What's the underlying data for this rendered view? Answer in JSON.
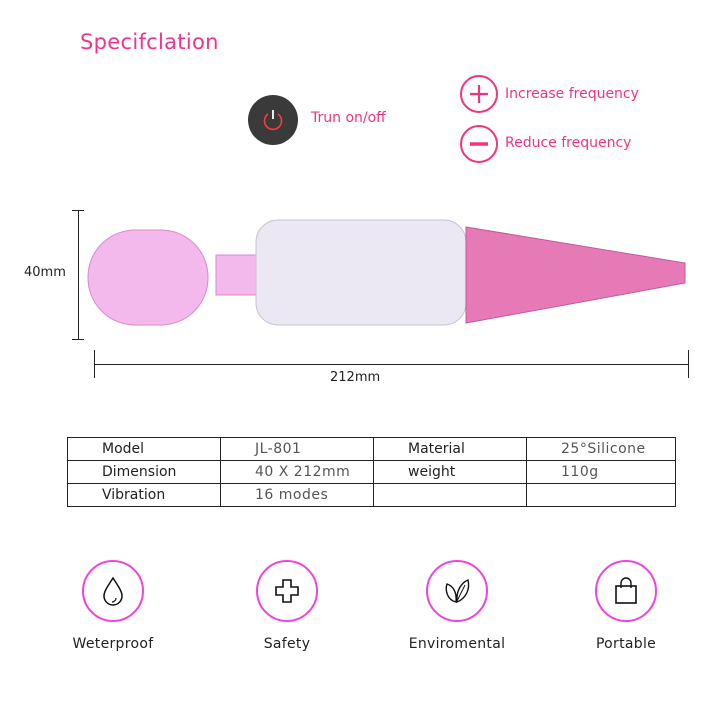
{
  "title": "Specifclation",
  "controls": {
    "power": {
      "icon": "power-icon",
      "label": "Trun on/off"
    },
    "increase": {
      "icon": "plus-icon",
      "label": "Increase frequency"
    },
    "reduce": {
      "icon": "minus-icon",
      "label": "Reduce frequency"
    }
  },
  "dimensions": {
    "height": "40mm",
    "length": "212mm"
  },
  "spec_table": {
    "rows": [
      [
        "Model",
        "JL-801",
        "Material",
        "25°Silicone"
      ],
      [
        "Dimension",
        "40 X 212mm",
        "weight",
        "110g"
      ],
      [
        "Vibration",
        "16 modes",
        "",
        ""
      ]
    ]
  },
  "features": [
    {
      "icon": "water-drop-icon",
      "label": "Weterproof"
    },
    {
      "icon": "medical-cross-icon",
      "label": "Safety"
    },
    {
      "icon": "leaf-icon",
      "label": "Enviromental"
    },
    {
      "icon": "shopping-bag-icon",
      "label": "Portable"
    }
  ],
  "colors": {
    "accent": "#f0357f",
    "feature_ring": "#ee44dd",
    "power_button": "#3a3a3a"
  }
}
